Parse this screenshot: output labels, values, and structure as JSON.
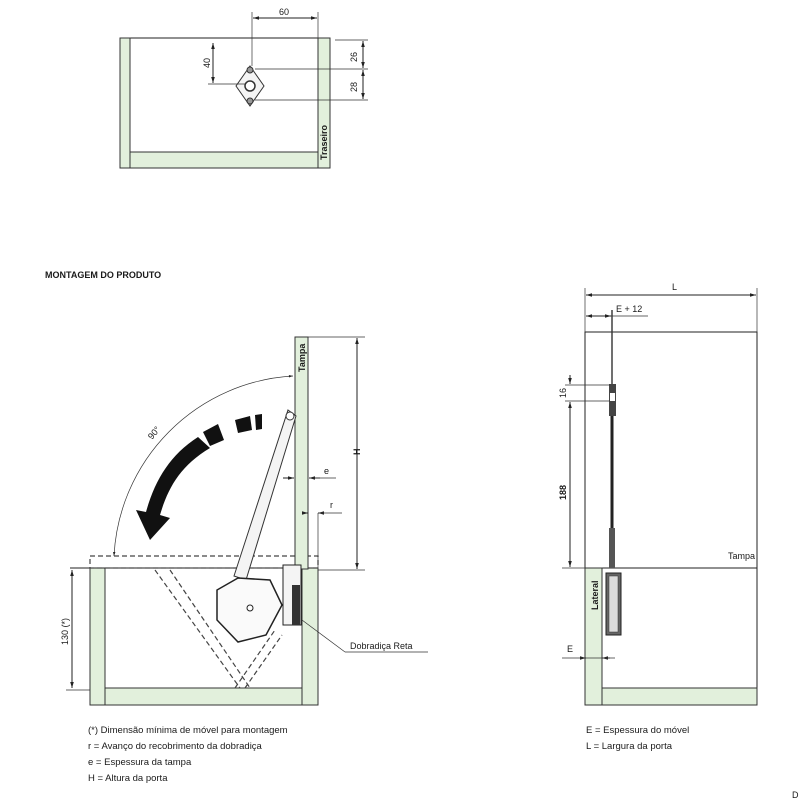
{
  "top_view": {
    "dim_60": "60",
    "dim_40": "40",
    "dim_26": "26",
    "dim_28": "28",
    "panel_label": "Traseiro"
  },
  "assembly": {
    "heading": "MONTAGEM DO PRODUTO",
    "angle_label": "90°",
    "door_label": "Tampa",
    "dim_H": "H",
    "dim_e": "e",
    "dim_r": "r",
    "dim_min_height": "130 (*)",
    "hinge_label": "Dobradiça Reta",
    "notes": [
      "(*) Dimensão mínima de móvel para montagem",
      "r = Avanço do recobrimento da dobradiça",
      "e = Espessura da tampa",
      "H = Altura da porta"
    ]
  },
  "front_view": {
    "dim_L": "L",
    "dim_E12": "E + 12",
    "dim_16": "16",
    "dim_188": "188",
    "dim_E": "E",
    "door_label": "Tampa",
    "side_label": "Lateral",
    "notes": [
      "E = Espessura do móvel",
      "L = Largura da porta"
    ],
    "corner_mark": "D"
  }
}
